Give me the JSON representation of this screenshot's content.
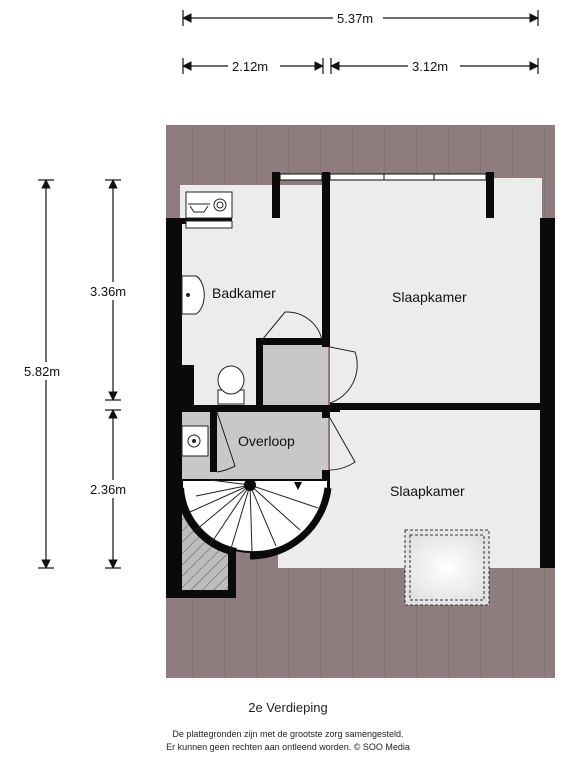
{
  "floor_title": "2e Verdieping",
  "disclaimer": {
    "line1": "De plattegronden zijn met de grootste zorg samengesteld.",
    "line2": "Er kunnen geen rechten aan ontleend worden. © SOO Media"
  },
  "rooms": {
    "badkamer": "Badkamer",
    "slaapkamer_1": "Slaapkamer",
    "overloop": "Overloop",
    "slaapkamer_2": "Slaapkamer"
  },
  "dimensions": {
    "total_width": "5.37m",
    "width_left": "2.12m",
    "width_right": "3.12m",
    "total_height": "5.82m",
    "height_upper": "3.36m",
    "height_lower": "2.36m"
  },
  "colors": {
    "roof": "#8e7c7e",
    "roof_line": "#7a6a6c",
    "floor": "#ececec",
    "landing_floor": "#c8c8c8",
    "wall": "#0a0a0a",
    "dimension_line": "#111111"
  }
}
